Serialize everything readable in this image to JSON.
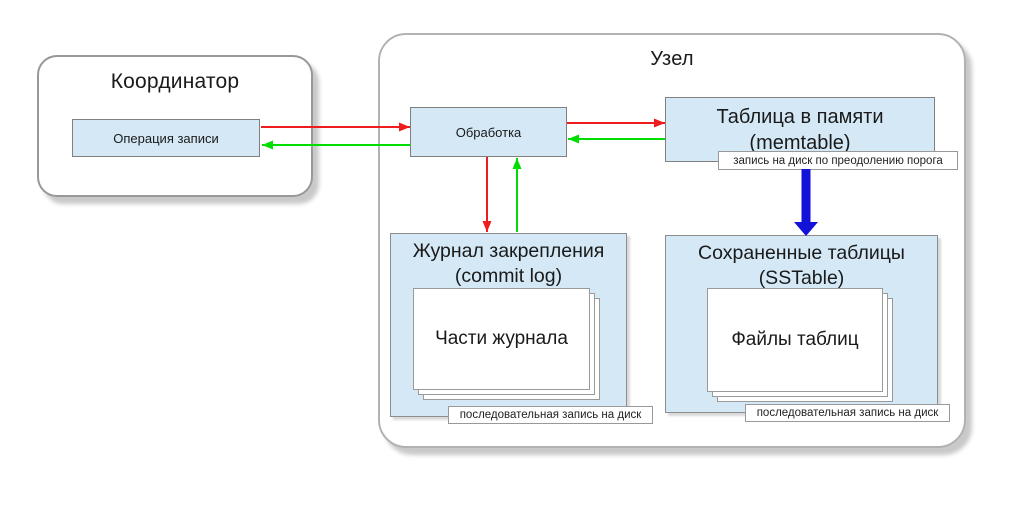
{
  "colors": {
    "box_fill": "#d4e8f6",
    "box_border": "#808080",
    "container_border": "#b2b2b2",
    "arrow_red": "#ee1c1c",
    "arrow_green": "#00dd00",
    "arrow_blue": "#1212d8"
  },
  "coordinator": {
    "title": "Координатор",
    "write_op": "Операция записи"
  },
  "node": {
    "title": "Узел",
    "processing": "Обработка",
    "memtable": {
      "title_line1": "Таблица в памяти",
      "title_line2": "(memtable)",
      "note": "запись на диск по преодолению порога"
    },
    "commit_log": {
      "title_line1": "Журнал закрепления",
      "title_line2": "(commit log)",
      "pages_label": "Части журнала",
      "note": "последовательная запись на диск"
    },
    "sstable": {
      "title_line1": "Сохраненные таблицы",
      "title_line2": "(SSTable)",
      "pages_label": "Файлы таблиц",
      "note": "последовательная запись на диск"
    }
  },
  "arrows": {
    "coordinator_to_processing": "red",
    "processing_to_coordinator": "green",
    "processing_to_memtable": "red",
    "memtable_to_processing": "green",
    "processing_to_commitlog": "red",
    "commitlog_to_processing": "green",
    "memtable_flush_to_sstable": "blue"
  }
}
